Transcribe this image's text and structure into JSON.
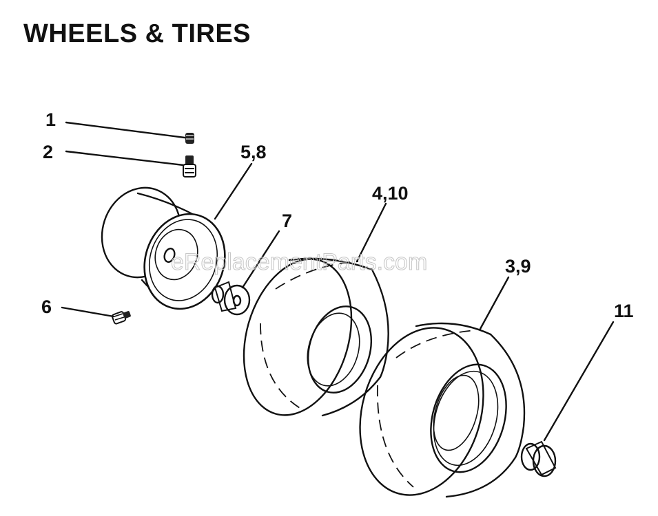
{
  "title": "WHEELS & TIRES",
  "watermark": "eReplacementParts.com",
  "callouts": {
    "c1": "1",
    "c2": "2",
    "c58": "5,8",
    "c7": "7",
    "c410": "4,10",
    "c39": "3,9",
    "c6": "6",
    "c11": "11"
  }
}
